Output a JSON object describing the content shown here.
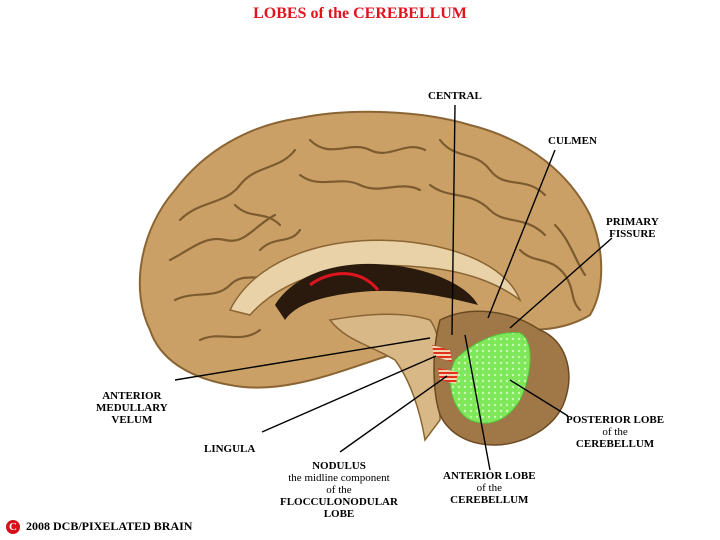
{
  "title": "LOBES of the CEREBELLUM",
  "labels": {
    "central": "CENTRAL",
    "culmen": "CULMEN",
    "primary_fissure": [
      "PRIMARY",
      "FISSURE"
    ],
    "anterior_medullary_velum": [
      "ANTERIOR",
      "MEDULLARY",
      "VELUM"
    ],
    "lingula": "LINGULA",
    "nodulus": [
      "NODULUS",
      "the midline component",
      "of the",
      "FLOCCULONODULAR",
      "LOBE"
    ],
    "anterior_lobe": [
      "ANTERIOR LOBE",
      "of the",
      "CEREBELLUM"
    ],
    "posterior_lobe": [
      "POSTERIOR LOBE",
      "of the",
      "CEREBELLUM"
    ]
  },
  "footer": {
    "symbol": "C",
    "text": "2008  DCB/PIXELATED BRAIN"
  },
  "colors": {
    "title": "#e0141e",
    "posterior_highlight": "#7ee85a",
    "brain": "#caa066",
    "sulcus": "#6b4a22"
  }
}
